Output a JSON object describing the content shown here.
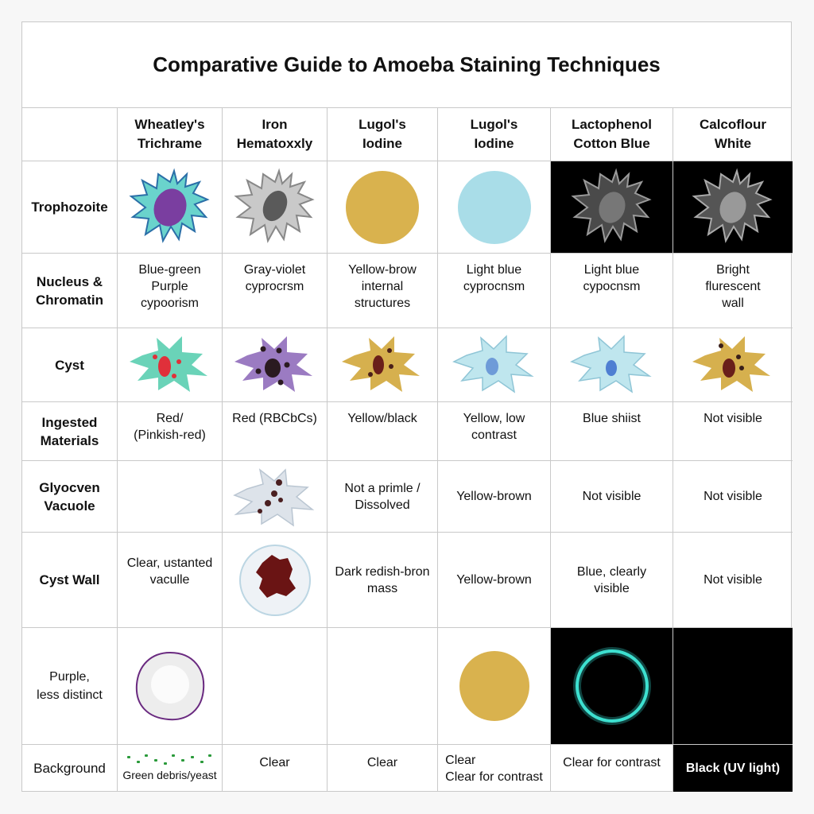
{
  "title": "Comparative Guide to Amoeba Staining Techniques",
  "columns": [
    "Wheatley's\nTrichrame",
    "Iron\nHematoxxly",
    "Lugol's\nIodine",
    "Lugol's\nIodine",
    "Lactophenol\nCotton Blue",
    "Calcoflour\nWhite"
  ],
  "rows": {
    "trophozoite": {
      "label": "Trophozoite"
    },
    "nucleus": {
      "label": "Nucleus &\nChromatin",
      "cells": [
        "Blue-green\nPurple\ncypoorism",
        "Gray-violet\ncyprocrsm",
        "Yellow-brow\ninternal\nstructures",
        "Light blue\ncyprocnsm",
        "Light blue\ncypocnsm",
        "Bright\nflurescent\nwall"
      ]
    },
    "cyst": {
      "label": "Cyst"
    },
    "ingested": {
      "label": "Ingested\nMaterials",
      "cells": [
        "Red/\n(Pinkish-red)",
        "Red (RBCbCs)",
        "Yellow/black",
        "Yellow, low\ncontrast",
        "Blue shiist",
        "Not visible"
      ]
    },
    "glycogen": {
      "label": "Glyocven\nVacuole",
      "cells": [
        "",
        "",
        "Not a primle /\nDissolved",
        "Yellow-brown",
        "Not visible",
        "Not visible"
      ]
    },
    "cystwall": {
      "label": "Cyst Wall",
      "cells": [
        "Clear, ustanted\nvaculle",
        "",
        "Dark redish-bron\nmass",
        "Yellow-brown",
        "Blue, clearly\nvisible",
        "Not visible"
      ]
    },
    "purple": {
      "label": "Purple,\nless distinct"
    },
    "background": {
      "label": "Background",
      "cells": [
        "Green debris/yeast",
        "Clear",
        "Clear",
        "Clear\nClear for contrast",
        "Clear for contrast",
        "Black (UV light)"
      ]
    }
  },
  "colors": {
    "border": "#c9c9c9",
    "uv_ring": "#3de0d0",
    "iodine": "#d9b24e",
    "light_blue": "#a9dde8"
  }
}
